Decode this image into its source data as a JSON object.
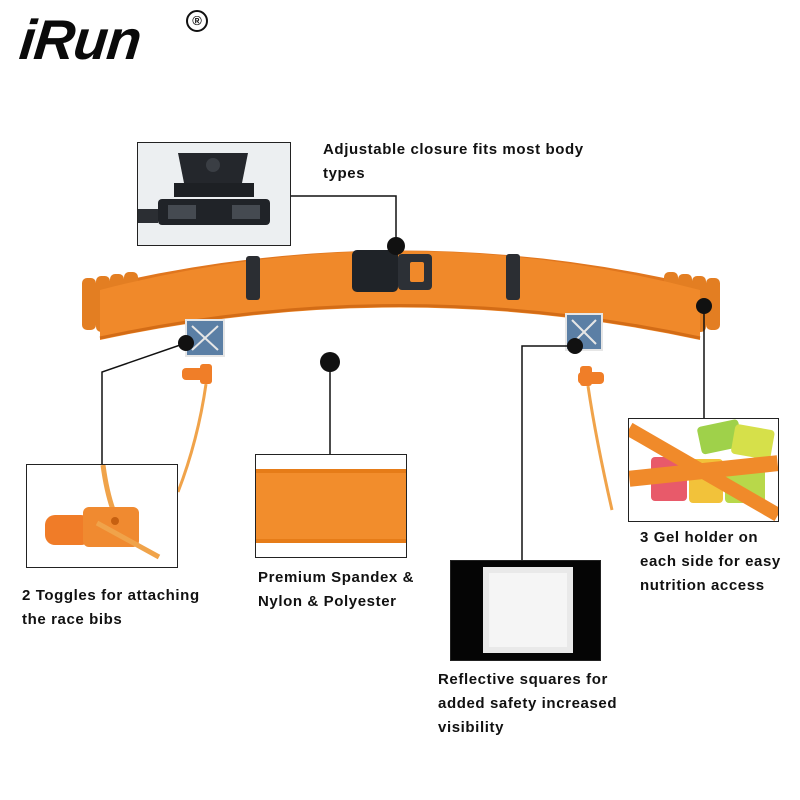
{
  "brand": {
    "name": "iRun",
    "registered_mark": "®"
  },
  "colors": {
    "belt": "#f0892a",
    "belt_dark": "#d9741a",
    "reflective": "#5b7fa5",
    "buckle": "#1f2328"
  },
  "callouts": {
    "closure": {
      "text": "Adjustable closure fits most body types",
      "icon": "buckle-photo"
    },
    "toggles": {
      "text": "2 Toggles for attaching the race bibs",
      "icon": "toggle-photo"
    },
    "material": {
      "text": "Premium Spandex & Nylon & Polyester",
      "icon": "fabric-photo"
    },
    "reflective": {
      "text": "Reflective squares for added safety increased visibility",
      "icon": "reflective-photo"
    },
    "gel": {
      "text": "3 Gel holder on each side for easy nutrition access",
      "icon": "gel-photo"
    }
  }
}
